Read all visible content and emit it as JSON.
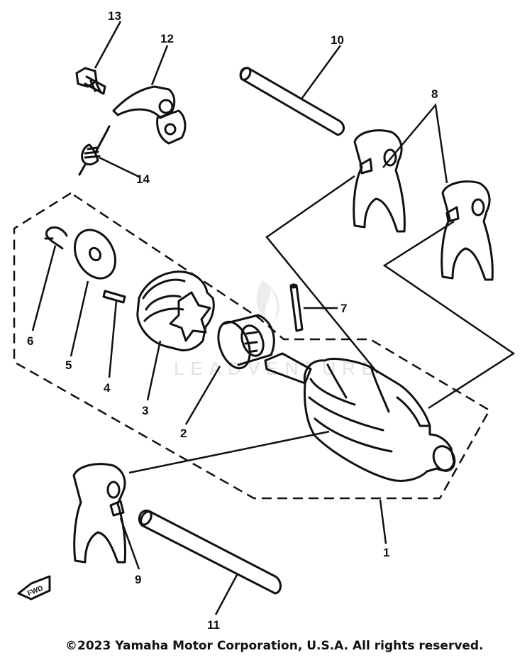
{
  "watermark": {
    "text": "LEADVENTURE"
  },
  "front_marker": {
    "text": "FWD"
  },
  "copyright": "©2023 Yamaha Motor Corporation, U.S.A. All rights reserved.",
  "callouts": {
    "c1": "1",
    "c2": "2",
    "c3": "3",
    "c4": "4",
    "c5": "5",
    "c6": "6",
    "c7": "7",
    "c8": "8",
    "c9": "9",
    "c10": "10",
    "c11": "11",
    "c12": "12",
    "c13": "13",
    "c14": "14"
  }
}
